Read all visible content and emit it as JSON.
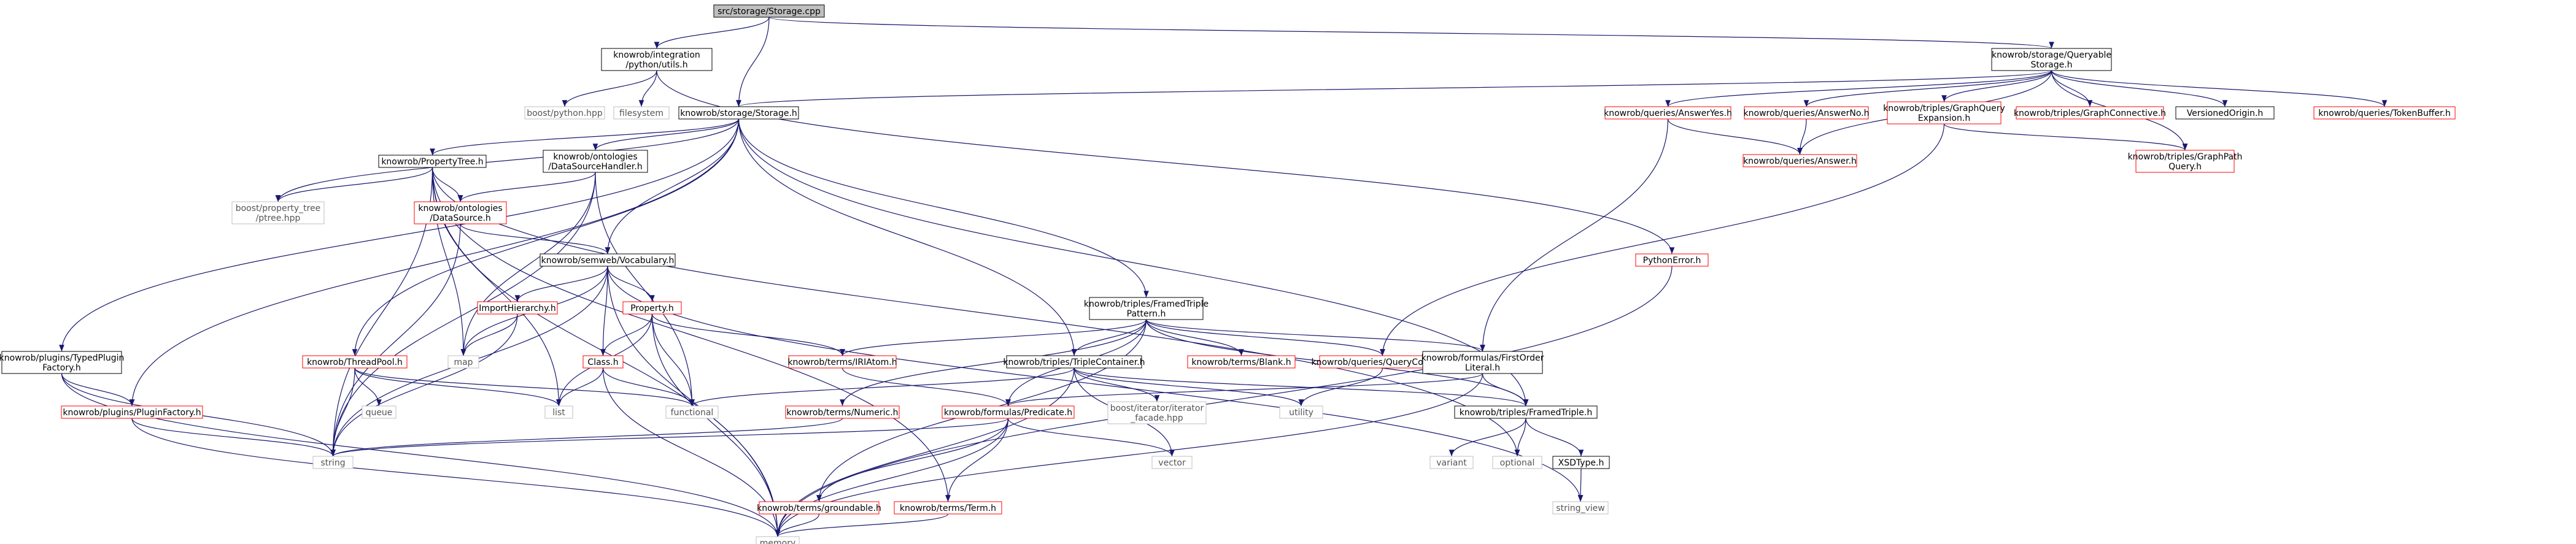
{
  "nodes": {
    "storage_cpp": {
      "lines": [
        "src/storage/Storage.cpp"
      ],
      "kind": "root"
    },
    "utils": {
      "lines": [
        "knowrob/integration",
        "/python/utils.h"
      ],
      "kind": "normal"
    },
    "queryable": {
      "lines": [
        "knowrob/storage/Queryable",
        "Storage.h"
      ],
      "kind": "normal"
    },
    "boost_python": {
      "lines": [
        "boost/python.hpp"
      ],
      "kind": "external"
    },
    "filesystem": {
      "lines": [
        "filesystem"
      ],
      "kind": "external"
    },
    "storage_h": {
      "lines": [
        "knowrob/storage/Storage.h"
      ],
      "kind": "normal"
    },
    "answer_yes": {
      "lines": [
        "knowrob/queries/AnswerYes.h"
      ],
      "kind": "missing"
    },
    "answer_no": {
      "lines": [
        "knowrob/queries/AnswerNo.h"
      ],
      "kind": "missing"
    },
    "graph_query_exp": {
      "lines": [
        "knowrob/triples/GraphQuery",
        "Expansion.h"
      ],
      "kind": "missing"
    },
    "graph_connective": {
      "lines": [
        "knowrob/triples/GraphConnective.h"
      ],
      "kind": "missing"
    },
    "versioned_origin": {
      "lines": [
        "VersionedOrigin.h"
      ],
      "kind": "normal"
    },
    "token_buffer": {
      "lines": [
        "knowrob/queries/TokenBuffer.h"
      ],
      "kind": "missing"
    },
    "answer": {
      "lines": [
        "knowrob/queries/Answer.h"
      ],
      "kind": "missing"
    },
    "graph_path_query": {
      "lines": [
        "knowrob/triples/GraphPath",
        "Query.h"
      ],
      "kind": "missing"
    },
    "property_tree": {
      "lines": [
        "knowrob/PropertyTree.h"
      ],
      "kind": "normal"
    },
    "ds_handler": {
      "lines": [
        "knowrob/ontologies",
        "/DataSourceHandler.h"
      ],
      "kind": "normal"
    },
    "boost_ptree": {
      "lines": [
        "boost/property_tree",
        "/ptree.hpp"
      ],
      "kind": "external"
    },
    "data_source": {
      "lines": [
        "knowrob/ontologies",
        "/DataSource.h"
      ],
      "kind": "missing"
    },
    "python_error": {
      "lines": [
        "PythonError.h"
      ],
      "kind": "missing"
    },
    "vocabulary": {
      "lines": [
        "knowrob/semweb/Vocabulary.h"
      ],
      "kind": "normal"
    },
    "import_hierarchy": {
      "lines": [
        "ImportHierarchy.h"
      ],
      "kind": "missing"
    },
    "property_h": {
      "lines": [
        "Property.h"
      ],
      "kind": "missing"
    },
    "framed_triple_pattern": {
      "lines": [
        "knowrob/triples/FramedTriple",
        "Pattern.h"
      ],
      "kind": "normal"
    },
    "typed_plugin": {
      "lines": [
        "knowrob/plugins/TypedPlugin",
        "Factory.h"
      ],
      "kind": "normal"
    },
    "thread_pool": {
      "lines": [
        "knowrob/ThreadPool.h"
      ],
      "kind": "missing"
    },
    "plugin_factory": {
      "lines": [
        "knowrob/plugins/PluginFactory.h"
      ],
      "kind": "missing"
    },
    "map": {
      "lines": [
        "map"
      ],
      "kind": "external"
    },
    "class_h": {
      "lines": [
        "Class.h"
      ],
      "kind": "missing"
    },
    "iri_atom": {
      "lines": [
        "knowrob/terms/IRIAtom.h"
      ],
      "kind": "missing"
    },
    "triple_container": {
      "lines": [
        "knowrob/triples/TripleContainer.h"
      ],
      "kind": "normal"
    },
    "blank": {
      "lines": [
        "knowrob/terms/Blank.h"
      ],
      "kind": "missing"
    },
    "query_context": {
      "lines": [
        "knowrob/queries/QueryContext.h"
      ],
      "kind": "missing"
    },
    "first_order_literal": {
      "lines": [
        "knowrob/formulas/FirstOrder",
        "Literal.h"
      ],
      "kind": "normal"
    },
    "queue": {
      "lines": [
        "queue"
      ],
      "kind": "external"
    },
    "list": {
      "lines": [
        "list"
      ],
      "kind": "external"
    },
    "functional": {
      "lines": [
        "functional"
      ],
      "kind": "external"
    },
    "numeric": {
      "lines": [
        "knowrob/terms/Numeric.h"
      ],
      "kind": "missing"
    },
    "predicate": {
      "lines": [
        "knowrob/formulas/Predicate.h"
      ],
      "kind": "missing"
    },
    "boost_iterator": {
      "lines": [
        "boost/iterator/iterator",
        "_facade.hpp"
      ],
      "kind": "external"
    },
    "utility": {
      "lines": [
        "utility"
      ],
      "kind": "external"
    },
    "framed_triple": {
      "lines": [
        "knowrob/triples/FramedTriple.h"
      ],
      "kind": "normal"
    },
    "string": {
      "lines": [
        "string"
      ],
      "kind": "external"
    },
    "vector": {
      "lines": [
        "vector"
      ],
      "kind": "external"
    },
    "variant": {
      "lines": [
        "variant"
      ],
      "kind": "external"
    },
    "optional": {
      "lines": [
        "optional"
      ],
      "kind": "external"
    },
    "xsd_type": {
      "lines": [
        "XSDType.h"
      ],
      "kind": "normal"
    },
    "groundable": {
      "lines": [
        "knowrob/terms/groundable.h"
      ],
      "kind": "missing"
    },
    "term": {
      "lines": [
        "knowrob/terms/Term.h"
      ],
      "kind": "missing"
    },
    "memory": {
      "lines": [
        "memory"
      ],
      "kind": "external"
    },
    "string_view": {
      "lines": [
        "string_view"
      ],
      "kind": "external"
    }
  },
  "colors": {
    "edge": "#191970",
    "root_fill": "#bfbfbf",
    "normal_border": "#000000",
    "missing_border": "#ff0000",
    "external_border": "#bfbfbf",
    "text_normal": "#000000",
    "text_external": "#555555"
  }
}
